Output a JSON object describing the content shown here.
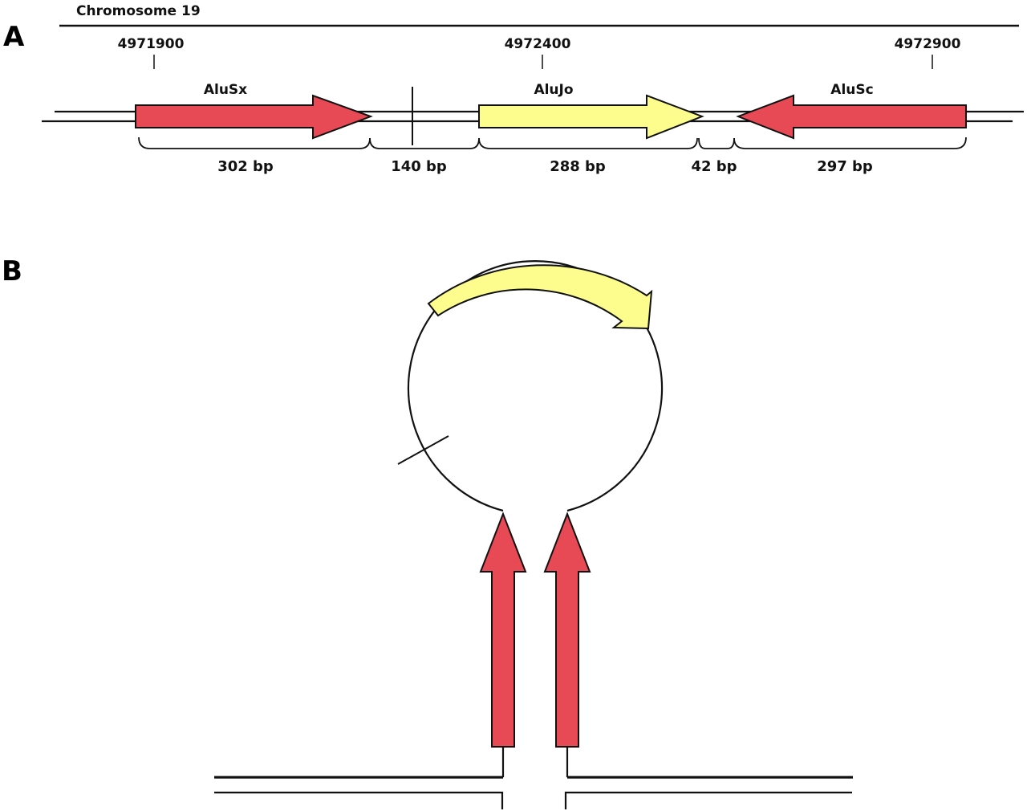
{
  "panels": {
    "a": "A",
    "b": "B"
  },
  "chromosome": {
    "label": "Chromosome 19"
  },
  "positions": [
    "4971900",
    "4972400",
    "4972900"
  ],
  "elements": {
    "alusx": "AluSx",
    "alujo": "AluJo",
    "alusc": "AluSc"
  },
  "spans": [
    "302 bp",
    "140 bp",
    "288 bp",
    "42 bp",
    "297 bp"
  ],
  "colors": {
    "red_element": "#e84a55",
    "yellow_element": "#fdfd8e",
    "outline": "#111111"
  }
}
